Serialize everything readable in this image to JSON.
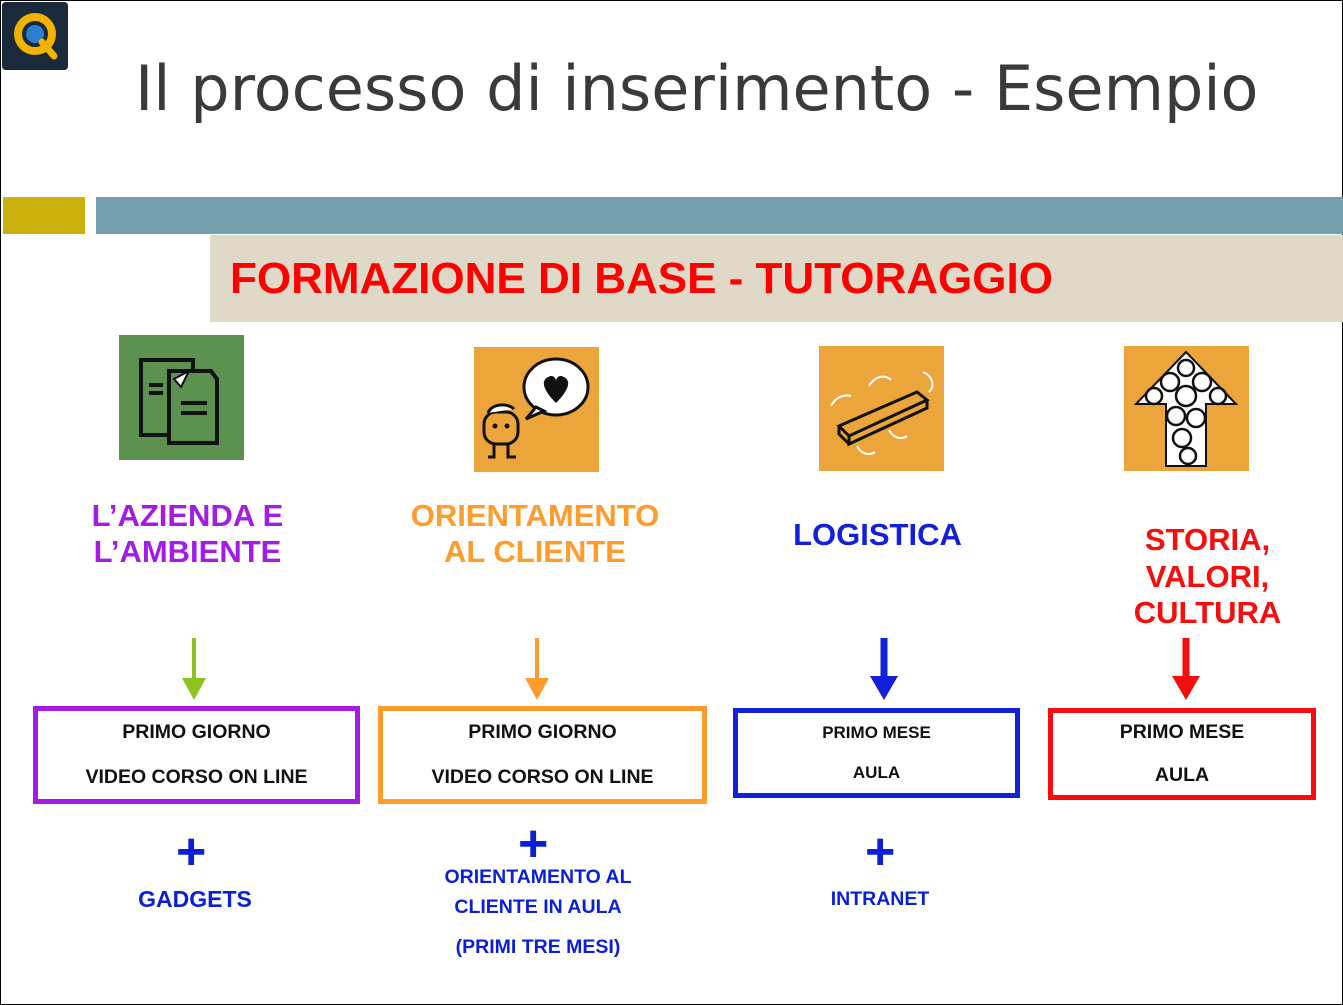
{
  "slide": {
    "title": "Il processo di inserimento - Esempio",
    "banner": "FORMAZIONE DI BASE - TUTORAGGIO"
  },
  "colors": {
    "purple": "#a21ce4",
    "orange": "#fe9d2d",
    "blue": "#1220d7",
    "red": "#f70d0d",
    "green_arrow": "#8cc31c",
    "banner_text": "#fd0000"
  },
  "columns": [
    {
      "icon": "documents-icon",
      "title_lines": [
        "L’AZIENDA E",
        "L’AMBIENTE"
      ],
      "box_lines": [
        "PRIMO GIORNO",
        "VIDEO CORSO ON LINE"
      ],
      "plus": "+",
      "extra_lines": [
        "GADGETS"
      ]
    },
    {
      "icon": "speech-heart-icon",
      "title_lines": [
        "ORIENTAMENTO",
        "AL CLIENTE"
      ],
      "box_lines": [
        "PRIMO GIORNO",
        "VIDEO CORSO ON LINE"
      ],
      "plus": "+",
      "extra_lines": [
        "ORIENTAMENTO AL",
        "CLIENTE IN AULA",
        "(PRIMI TRE MESI)"
      ]
    },
    {
      "icon": "flat-package-icon",
      "title_lines": [
        "LOGISTICA"
      ],
      "box_lines": [
        "PRIMO MESE",
        "AULA"
      ],
      "plus": "+",
      "extra_lines": [
        "INTRANET"
      ]
    },
    {
      "icon": "faces-arrow-icon",
      "title_lines": [
        "STORIA,",
        "VALORI,",
        "CULTURA"
      ],
      "box_lines": [
        "PRIMO MESE",
        "AULA"
      ]
    }
  ]
}
